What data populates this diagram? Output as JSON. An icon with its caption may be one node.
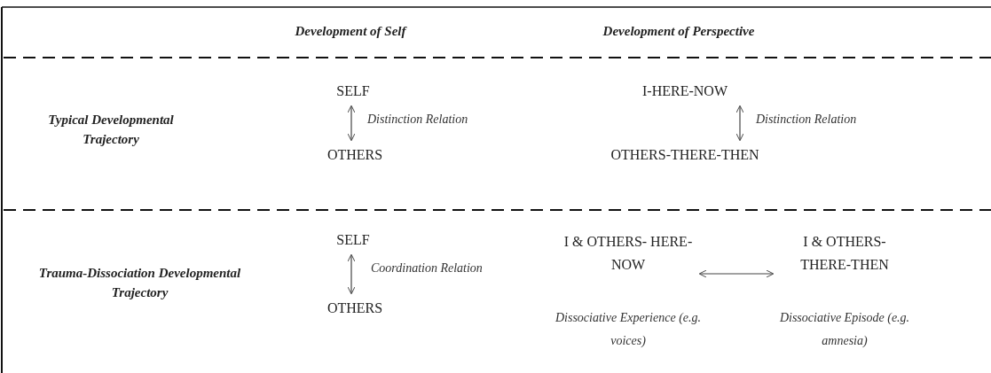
{
  "diagram": {
    "nodes": [
      {
        "text": [
          "SELF"
        ]
      },
      {
        "text": [
          "OTHERS"
        ]
      },
      {
        "text": [
          "I-HERE-NOW"
        ]
      },
      {
        "text": [
          "OTHERS-THERE-THEN"
        ]
      },
      {
        "text": [
          "SELF"
        ]
      },
      {
        "text": [
          "OTHERS"
        ]
      },
      {
        "text": [
          "I & OTHERS- HERE-NOW"
        ],
        "beside": [
          "Dissociative Experience (e.g. voices)"
        ]
      },
      {
        "text": [
          "I & OTHERS- THERE-THEN"
        ],
        "beside": [
          "Dissociative Episode (e.g. amnesia)"
        ]
      }
    ],
    "edges": [
      {
        "from": 0,
        "to": 1,
        "arrow": "both",
        "label": "Distinction Relation"
      },
      {
        "from": 2,
        "to": 3,
        "arrow": "both",
        "label": "Distinction Relation"
      },
      {
        "from": 4,
        "to": 5,
        "arrow": "both",
        "label": "Coordination Relation"
      },
      {
        "from": 6,
        "to": 7,
        "arrow": "both"
      }
    ],
    "labels": [
      "Development of Self",
      "Development of Perspective",
      "Typical Developmental Trajectory",
      "Trauma-Dissociation Developmental Trajectory"
    ]
  }
}
